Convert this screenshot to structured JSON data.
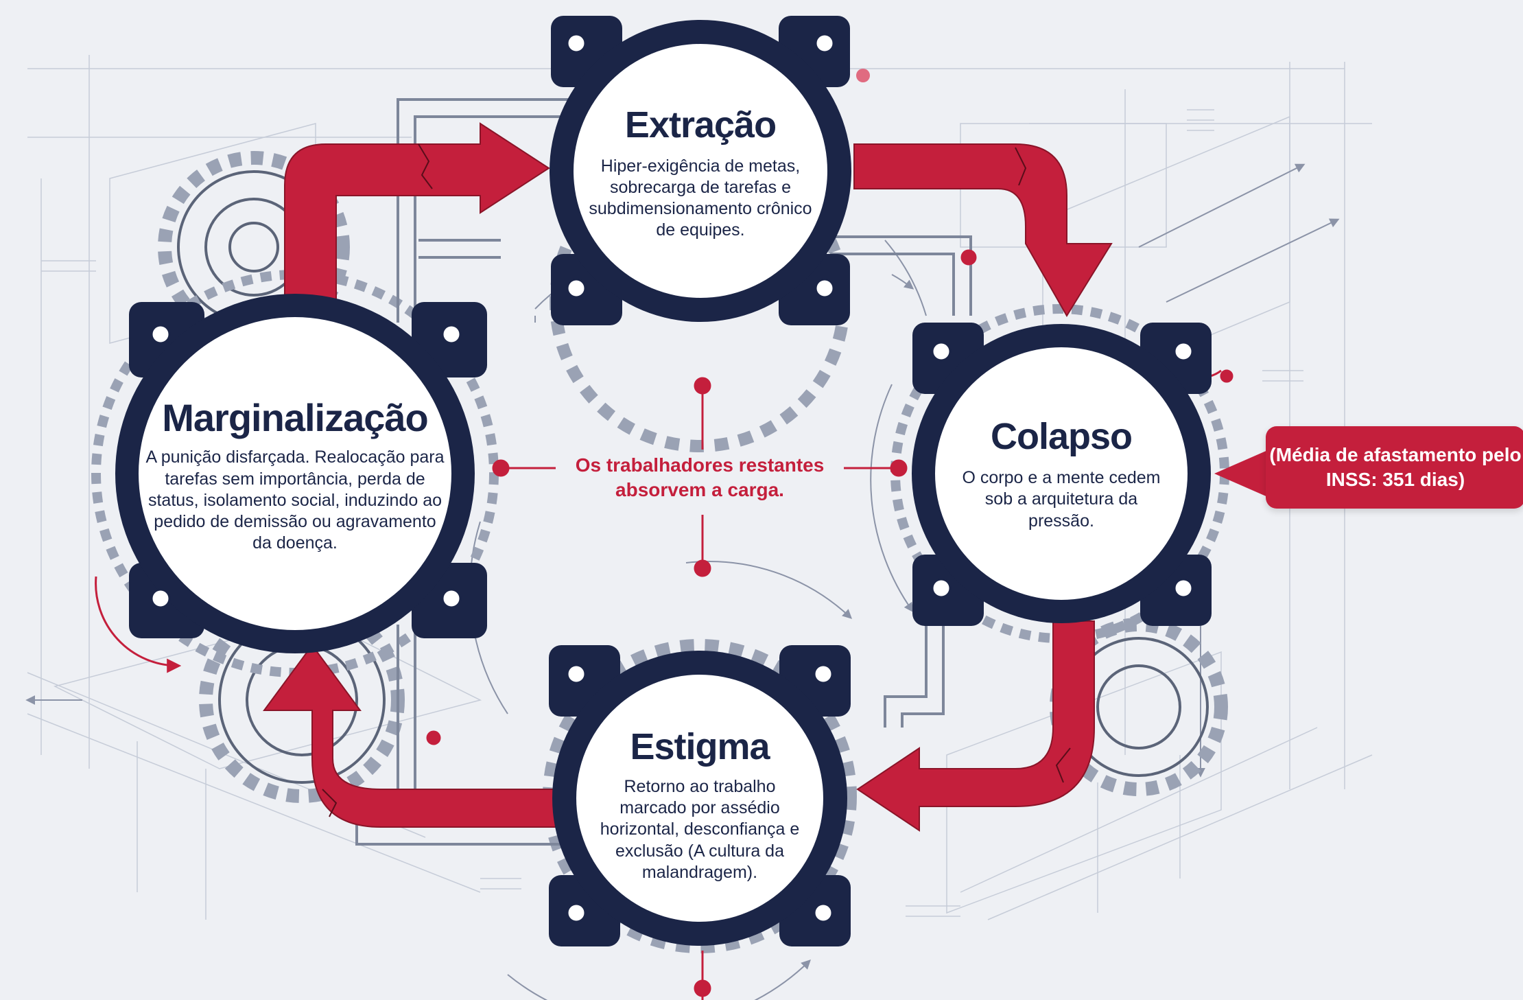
{
  "colors": {
    "background": "#eef0f4",
    "navy": "#1b2547",
    "red_accent": "#c41f3c",
    "blueprint_line": "#b4bccb"
  },
  "nodes": {
    "extracao": {
      "title": "Extração",
      "description": "Hiper-exigência de metas, sobrecarga de tarefas e subdimensionamento crônico de equipes."
    },
    "colapso": {
      "title": "Colapso",
      "description": "O corpo e a mente cedem sob a arquitetura da pressão."
    },
    "estigma": {
      "title": "Estigma",
      "description": "Retorno ao trabalho marcado por assédio horizontal, desconfiança e exclusão (A cultura da malandragem)."
    },
    "marginalizacao": {
      "title": "Marginalização",
      "description": "A punição disfarçada. Realocação para tarefas sem importância, perda de status, isolamento social, induzindo ao pedido de demissão ou agravamento da doença."
    }
  },
  "center_note": "Os trabalhadores restantes absorvem a carga.",
  "callout": "(Média de afastamento pelo INSS: 351 dias)",
  "icons": [
    "flange-bolt-icon",
    "gear-icon",
    "pipe-icon",
    "crack-icon",
    "cycle-arrow-icon"
  ]
}
